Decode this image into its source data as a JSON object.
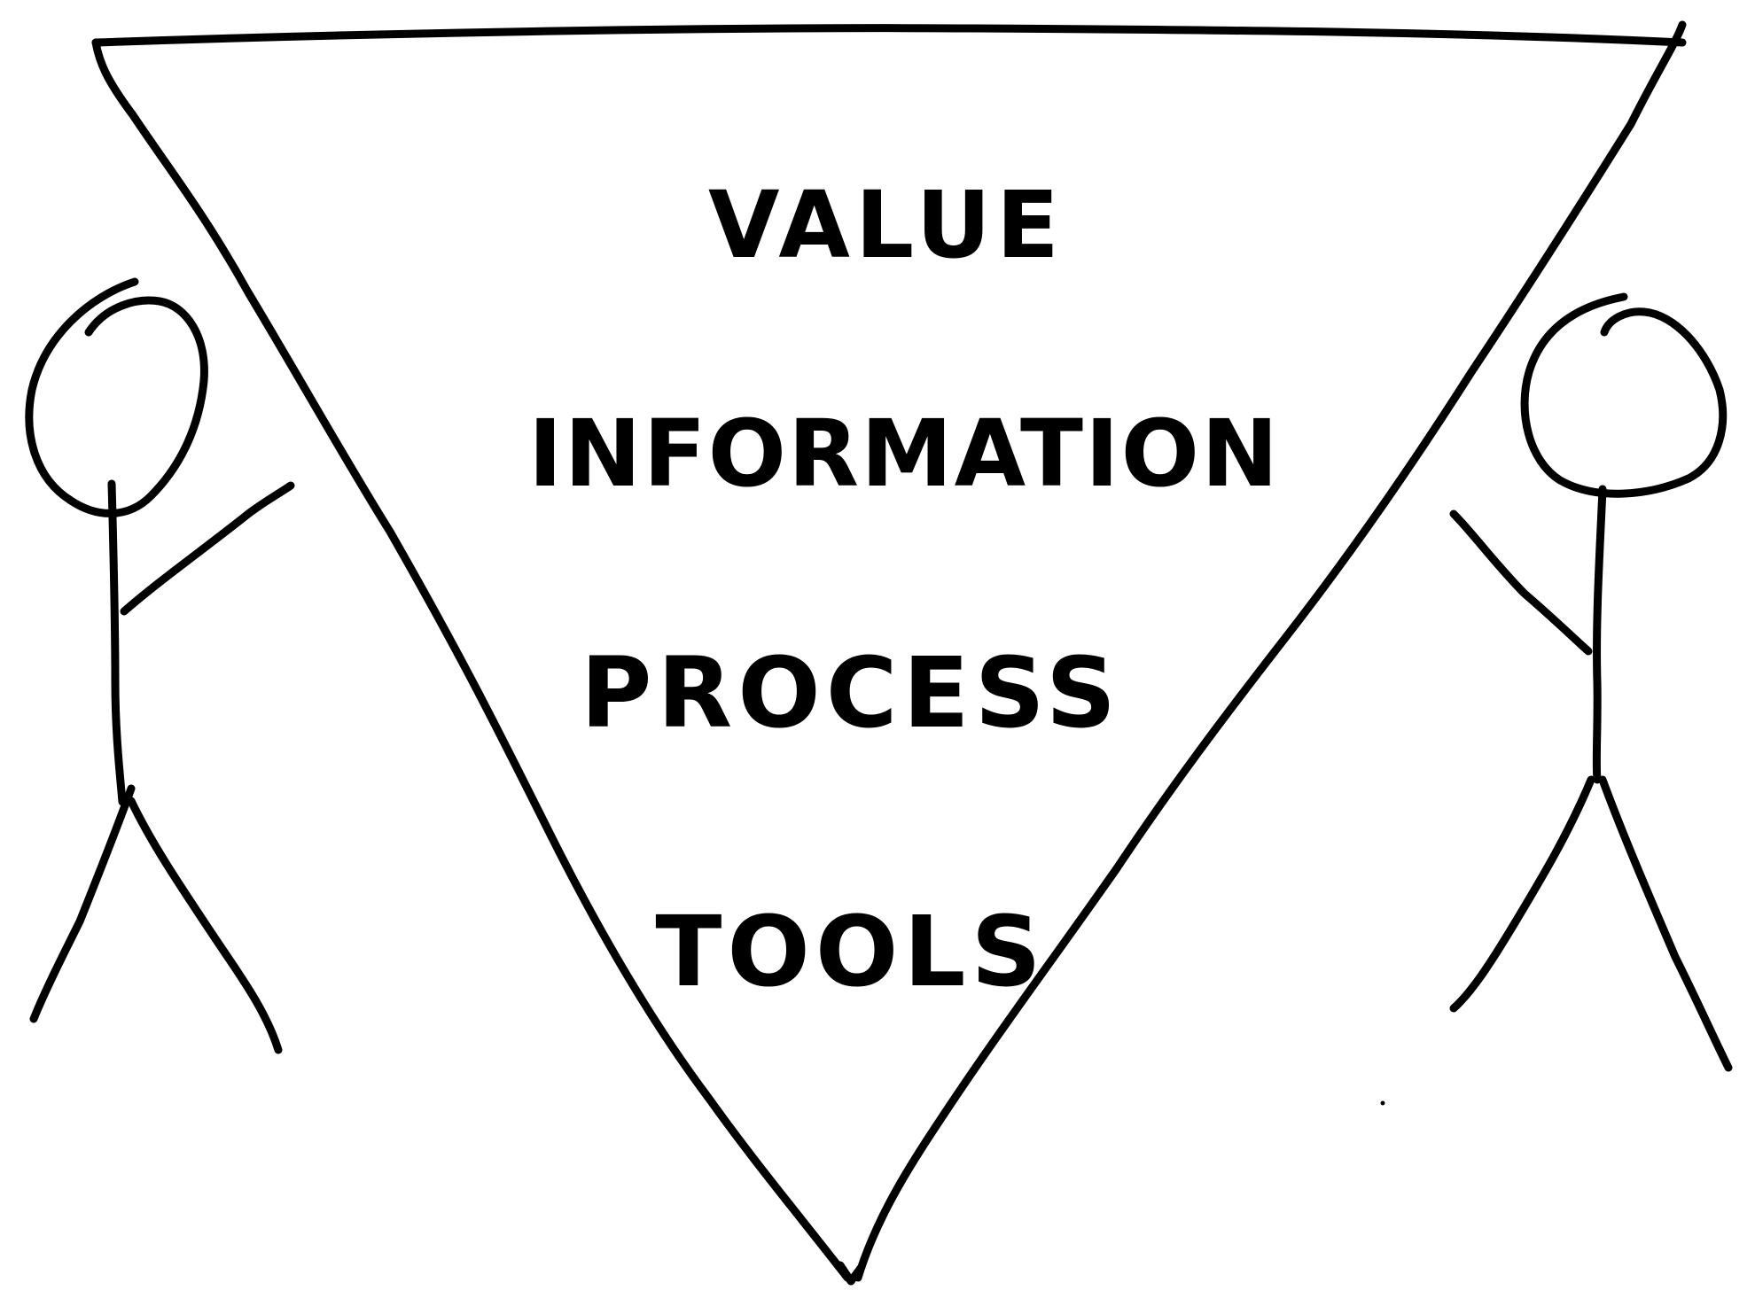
{
  "diagram": {
    "layers": [
      {
        "key": "value",
        "label": "VALUE"
      },
      {
        "key": "information",
        "label": "INFORMATION"
      },
      {
        "key": "process",
        "label": "PROCESS"
      },
      {
        "key": "tools",
        "label": "TOOLS"
      }
    ],
    "figures": [
      {
        "key": "left",
        "pose": "holding-triangle-left-edge"
      },
      {
        "key": "right",
        "pose": "holding-triangle-right-edge"
      }
    ],
    "colors": {
      "ink": "#000000",
      "paper": "#ffffff"
    }
  }
}
